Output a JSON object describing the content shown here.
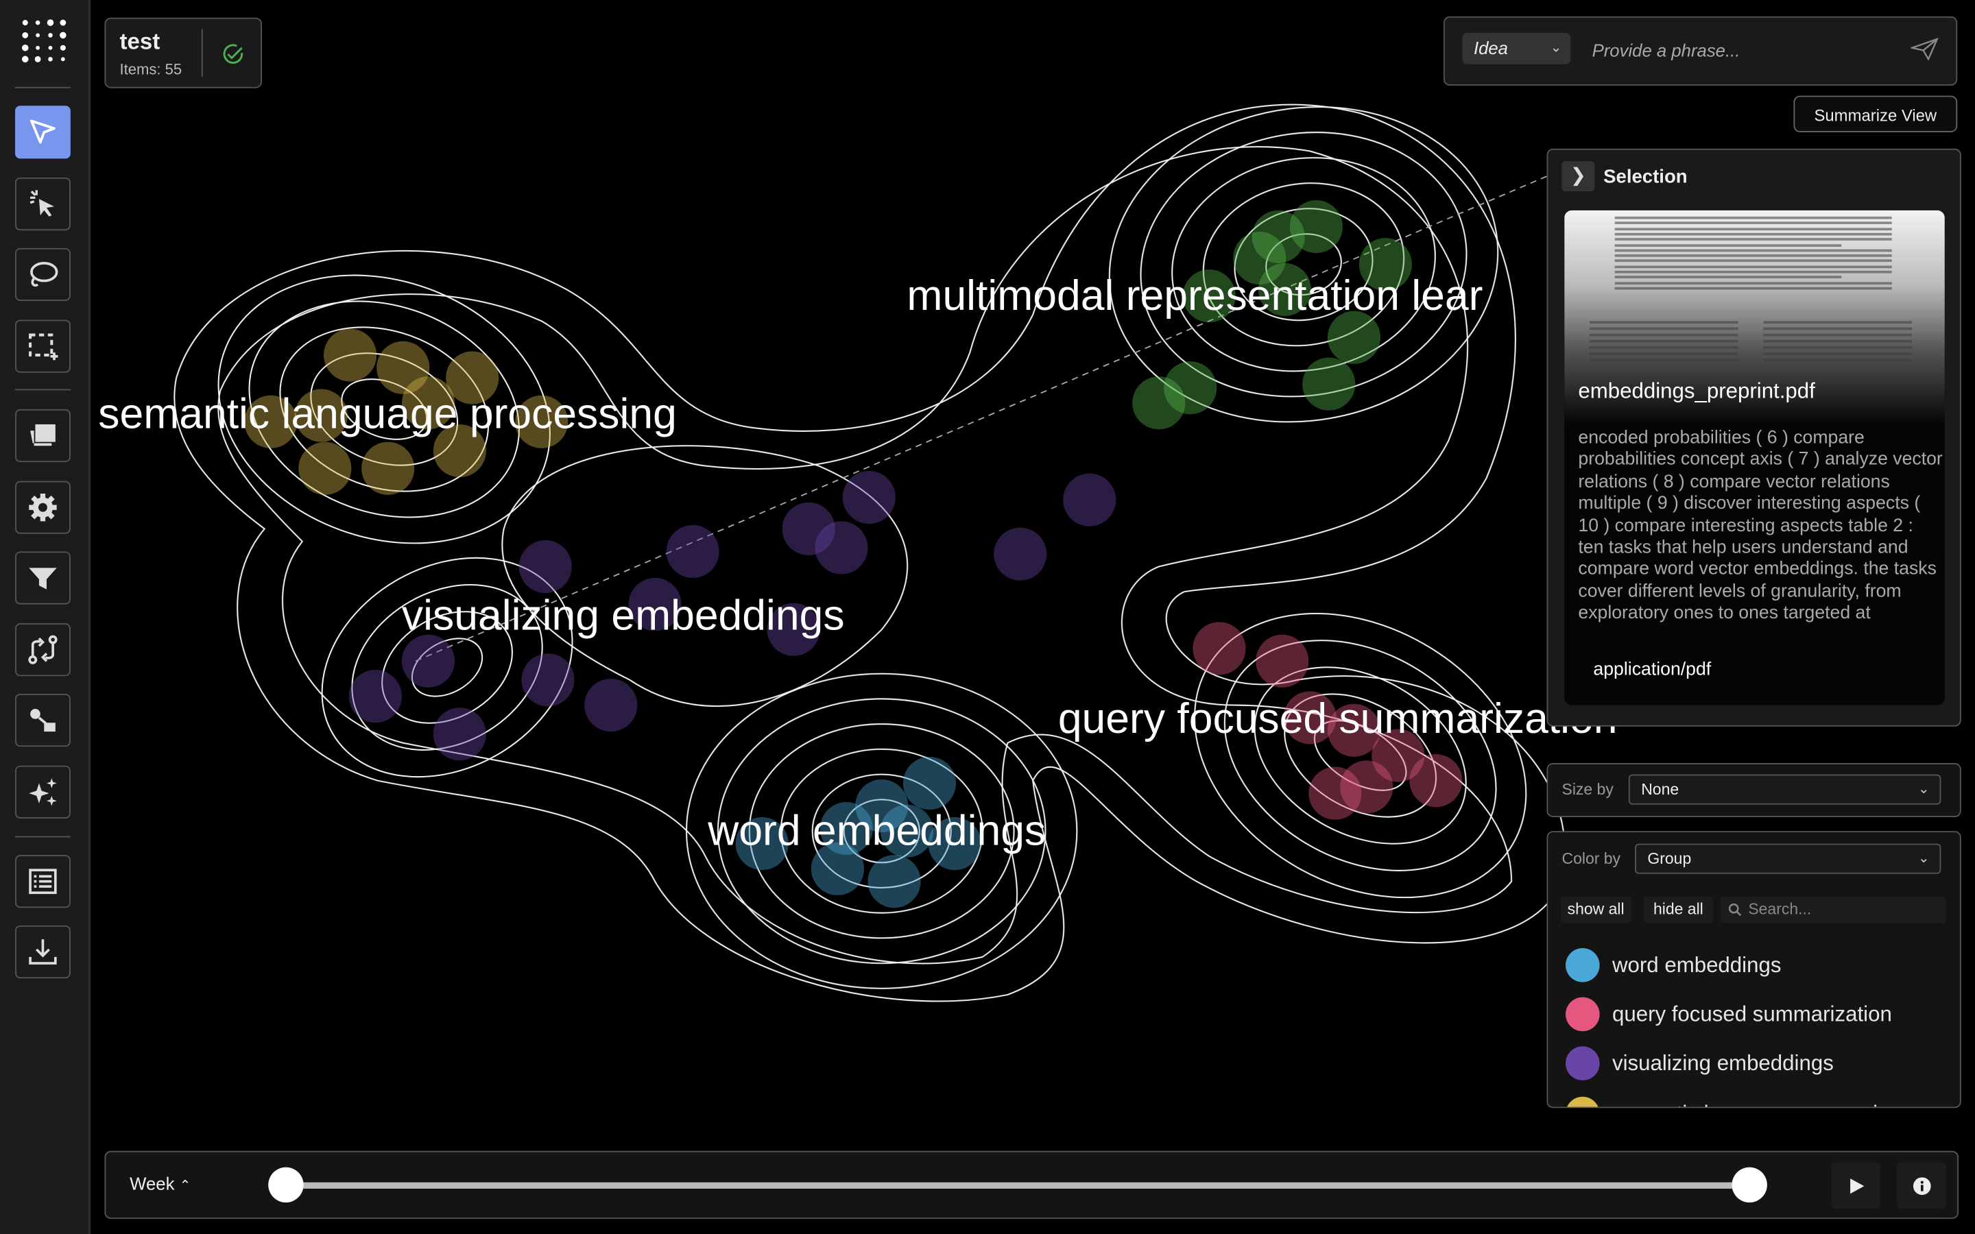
{
  "project": {
    "name": "test",
    "items_label": "Items: 55",
    "status_icon": "check-circle-icon"
  },
  "toolbar": {
    "tools": [
      {
        "name": "pointer-select",
        "icon": "cursor-icon",
        "active": true
      },
      {
        "name": "click-select",
        "icon": "click-cursor-icon"
      },
      {
        "name": "lasso-select",
        "icon": "lasso-icon"
      },
      {
        "name": "box-select",
        "icon": "box-select-icon"
      },
      {
        "name": "comments",
        "icon": "comments-icon"
      },
      {
        "name": "settings",
        "icon": "gear-icon"
      },
      {
        "name": "filter",
        "icon": "filter-icon"
      },
      {
        "name": "transform",
        "icon": "route-icon"
      },
      {
        "name": "move",
        "icon": "drag-move-icon"
      },
      {
        "name": "ai",
        "icon": "sparkles-icon"
      },
      {
        "name": "list",
        "icon": "list-icon"
      },
      {
        "name": "download",
        "icon": "download-icon"
      }
    ]
  },
  "clusters": [
    {
      "label": "semantic language processing",
      "color": "#d9b84a"
    },
    {
      "label": "multimodal representation lear",
      "color": "#55b74a"
    },
    {
      "label": "visualizing embeddings",
      "color": "#6a45a8"
    },
    {
      "label": "word embeddings",
      "color": "#4aa8d6"
    },
    {
      "label": "query focused summarization",
      "color": "#e6577f"
    }
  ],
  "idea_bar": {
    "mode": "Idea",
    "placeholder": "Provide a phrase..."
  },
  "summarize_button": "Summarize View",
  "selection": {
    "title": "Selection",
    "file_name": "embeddings_preprint.pdf",
    "abstract": "encoded probabilities ( 6 ) compare probabilities concept axis ( 7 ) analyze vector relations ( 8 ) compare vector relations multiple ( 9 ) discover interesting aspects ( 10 ) compare interesting aspects table 2 : ten tasks that help users understand and compare word vector embeddings. the tasks cover different levels of granularity, from exploratory ones to ones targeted at",
    "mime": "application/pdf"
  },
  "size_by": {
    "label": "Size by",
    "value": "None"
  },
  "color_by": {
    "label": "Color by",
    "value": "Group",
    "show_all": "show all",
    "hide_all": "hide all",
    "search_placeholder": "Search...",
    "legend": [
      {
        "label": "word embeddings",
        "color": "#4aa8d6"
      },
      {
        "label": "query focused summarization",
        "color": "#e6577f"
      },
      {
        "label": "visualizing embeddings",
        "color": "#6a45a8"
      },
      {
        "label": "semantic language processing",
        "color": "#d9b84a"
      }
    ]
  },
  "timeline": {
    "granularity": "Week",
    "range_start": 0,
    "range_end": 1
  }
}
